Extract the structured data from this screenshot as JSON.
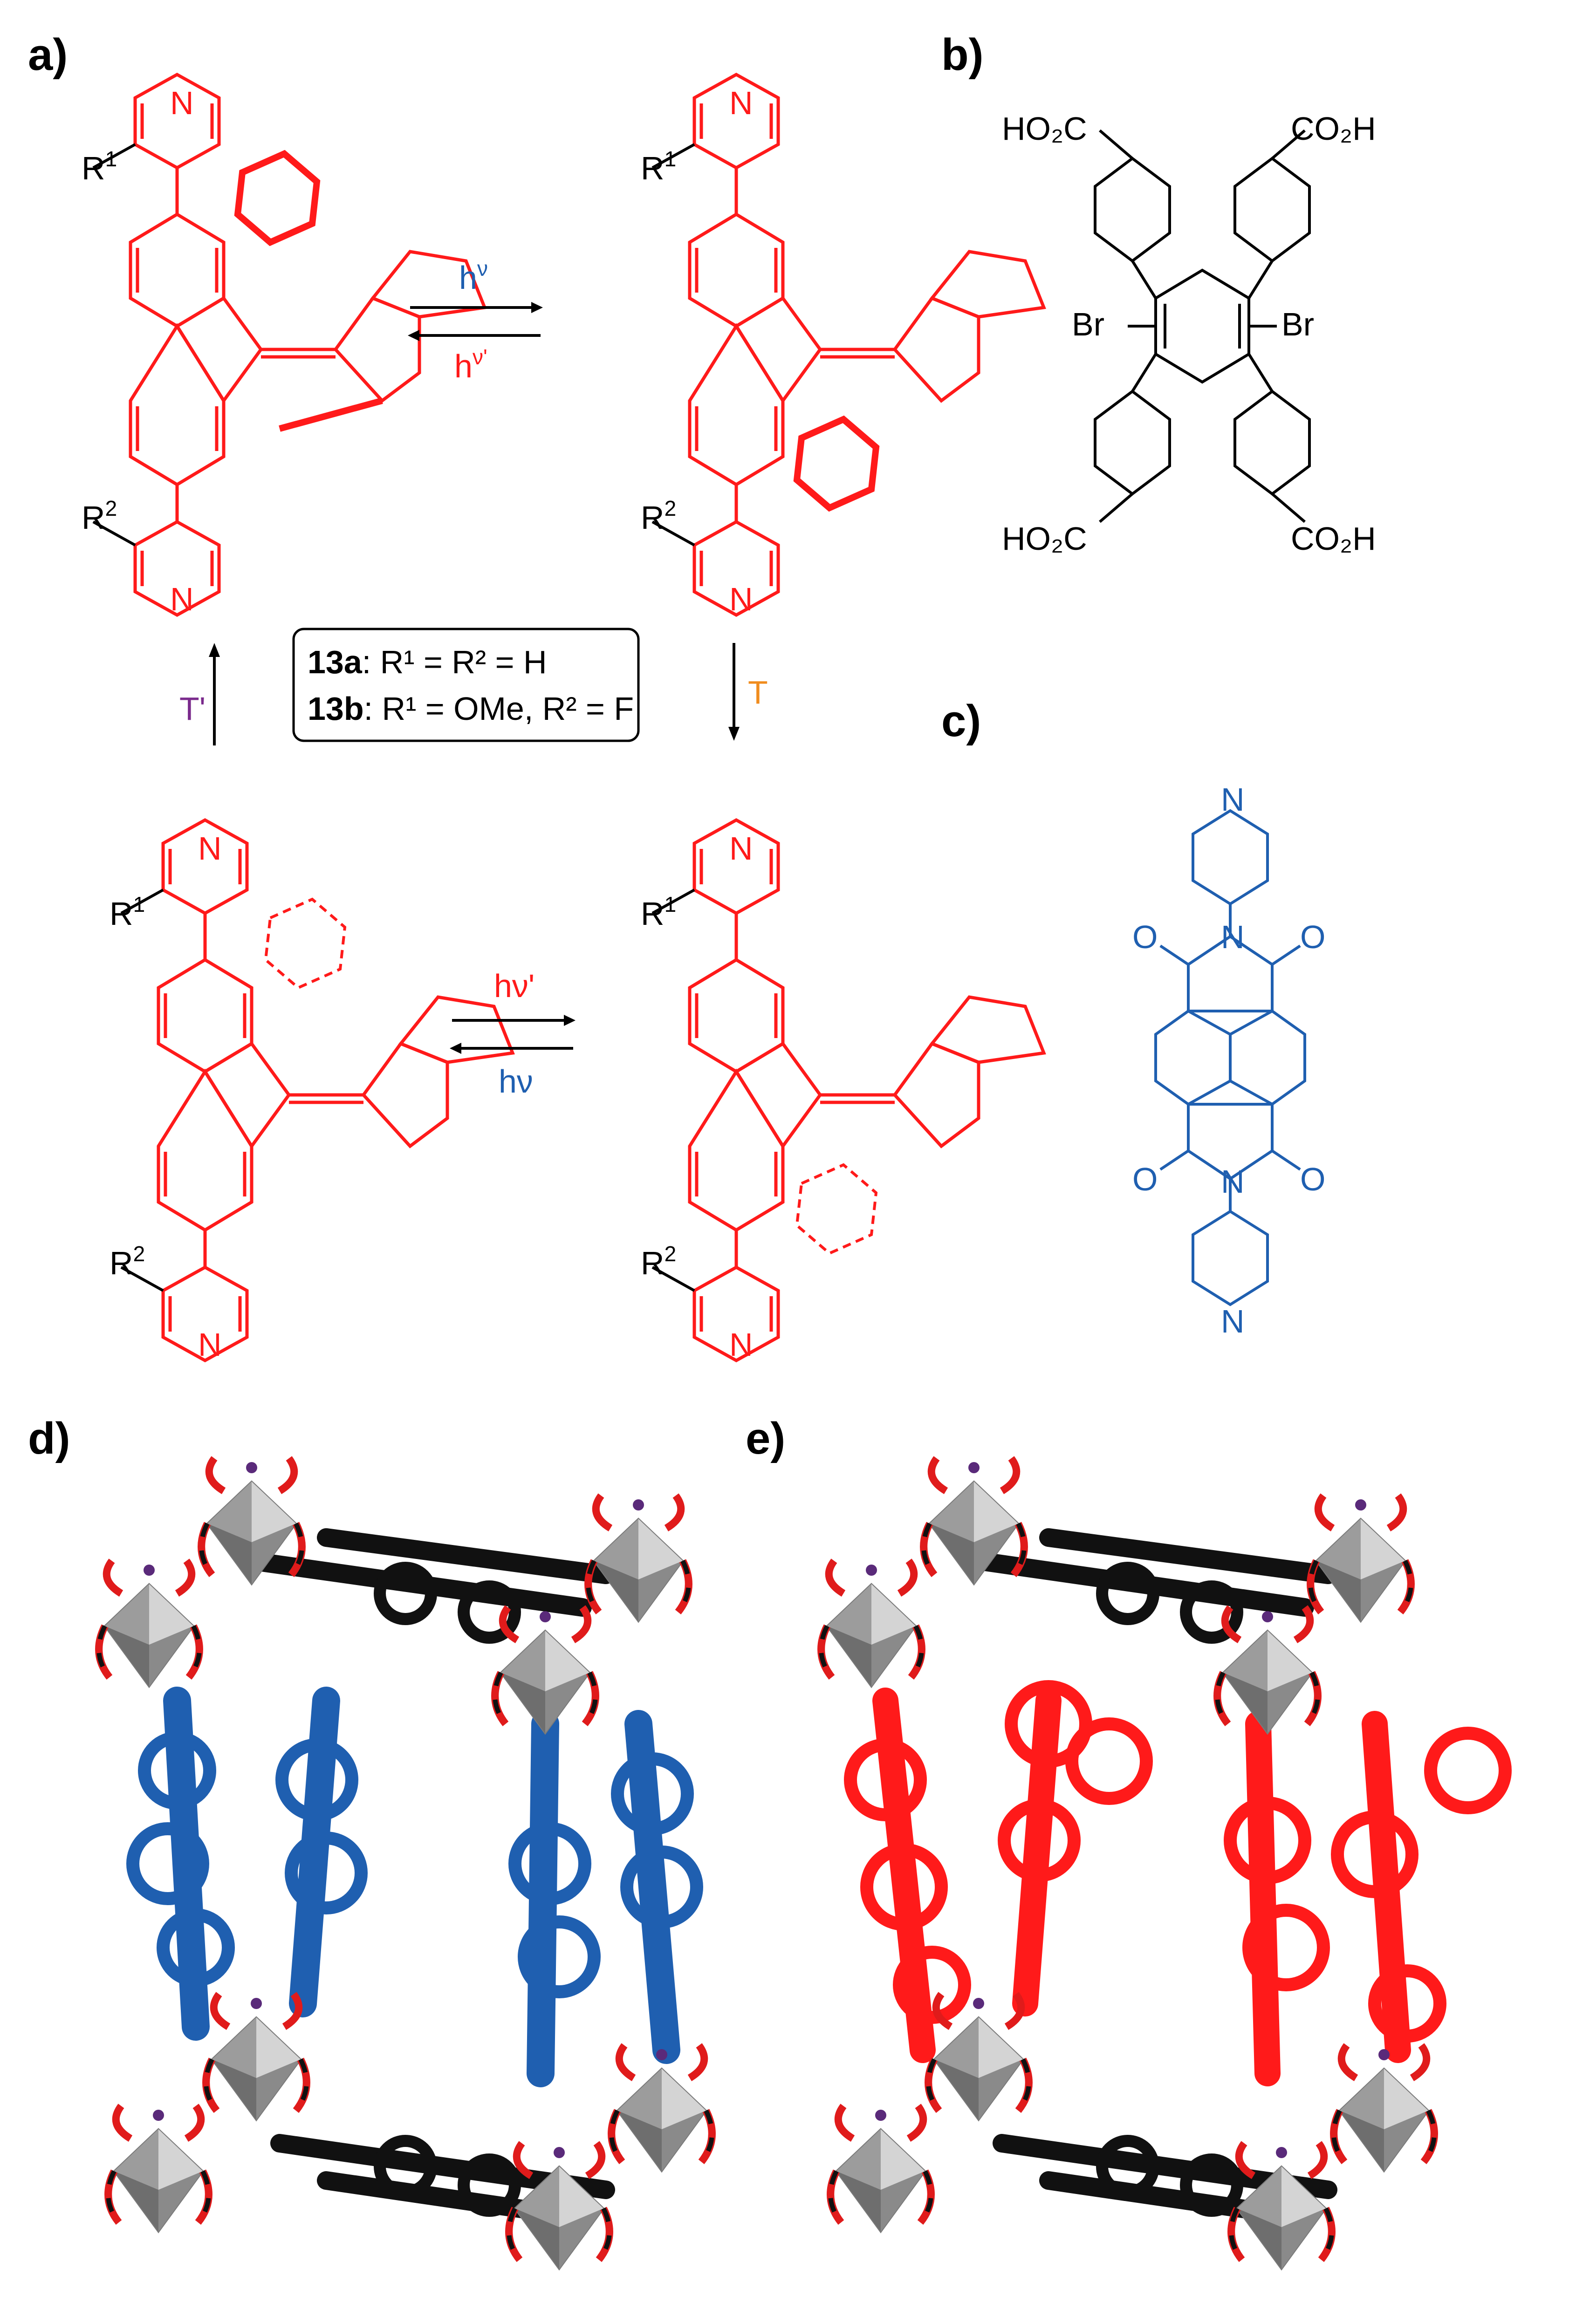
{
  "panels": {
    "a": "a)",
    "b": "b)",
    "c": "c)",
    "d": "d)",
    "e": "e)"
  },
  "scheme_a": {
    "r1": "R",
    "r1_sup": "1",
    "r2": "R",
    "r2_sup": "2",
    "n": "N",
    "arrows": {
      "top_forward": "h",
      "top_forward_nu": "ν",
      "top_back": "h",
      "top_back_nu": "ν'",
      "bottom_forward": "hν'",
      "bottom_back": "hν",
      "right_down": "T",
      "left_up": "T'"
    },
    "legend": {
      "line1_bold": "13a",
      "line1_text": ":  R¹ = R² = H",
      "line2_bold": "13b",
      "line2_text": ":  R¹ = OMe, R² = F"
    }
  },
  "molecule_b": {
    "tl": "HO₂C",
    "tr": "CO₂H",
    "bl": "HO₂C",
    "br": "CO₂H",
    "br_left": "Br",
    "br_right": "Br"
  },
  "molecule_c": {
    "n_top": "N",
    "n_mid_top": "N",
    "n_mid_bottom": "N",
    "n_bottom": "N",
    "o1": "O",
    "o2": "O",
    "o3": "O",
    "o4": "O"
  },
  "colors": {
    "switch_red": "#ff1a1a",
    "ndi_blue": "#1f5fb0",
    "heat_orange": "#f08c1e",
    "cool_purple": "#7a2a8c",
    "cluster_gray": "#a8a8a8"
  }
}
